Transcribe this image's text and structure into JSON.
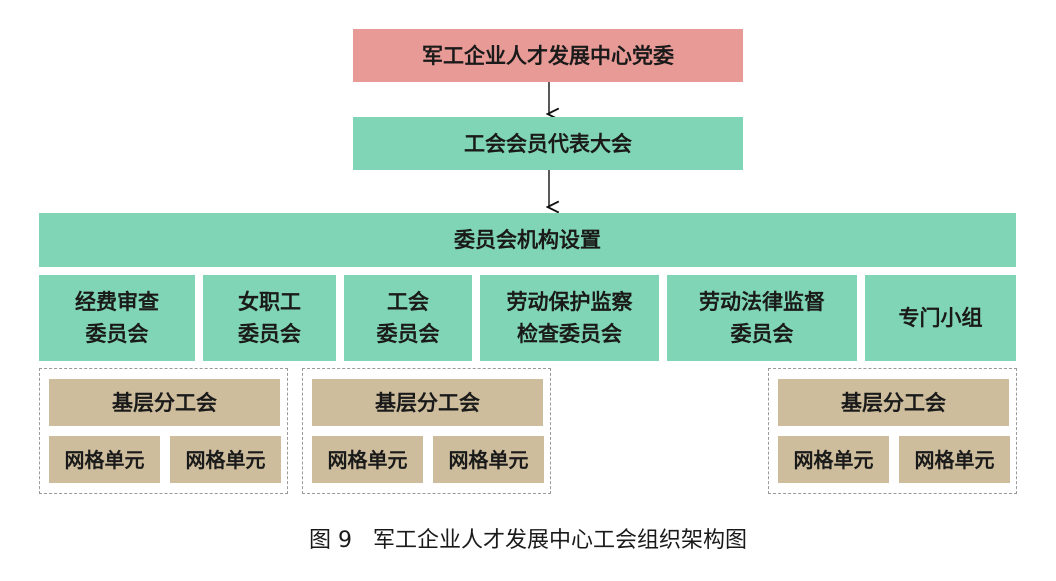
{
  "top": {
    "label": "军工企业人才发展中心党委"
  },
  "congress": {
    "label": "工会会员代表大会"
  },
  "committee_setup": {
    "label": "委员会机构设置"
  },
  "committees": [
    {
      "line1": "经费审查",
      "line2": "委员会"
    },
    {
      "line1": "女职工",
      "line2": "委员会"
    },
    {
      "line1": "工会",
      "line2": "委员会"
    },
    {
      "line1": "劳动保护监察",
      "line2": "检查委员会"
    },
    {
      "line1": "劳动法律监督",
      "line2": "委员会"
    },
    {
      "line1": "专门小组",
      "line2": ""
    }
  ],
  "branch_groups": [
    {
      "branch": "基层分工会",
      "cells": [
        "网格单元",
        "网格单元"
      ]
    },
    {
      "branch": "基层分工会",
      "cells": [
        "网格单元",
        "网格单元"
      ]
    },
    {
      "branch": "基层分工会",
      "cells": [
        "网格单元",
        "网格单元"
      ]
    }
  ],
  "caption": "图 9   军工企业人才发展中心工会组织架构图",
  "colors": {
    "top": "#e79a96",
    "green": "#7fd5b5",
    "tan": "#cdbd9c",
    "dash": "#9a9a9a"
  }
}
